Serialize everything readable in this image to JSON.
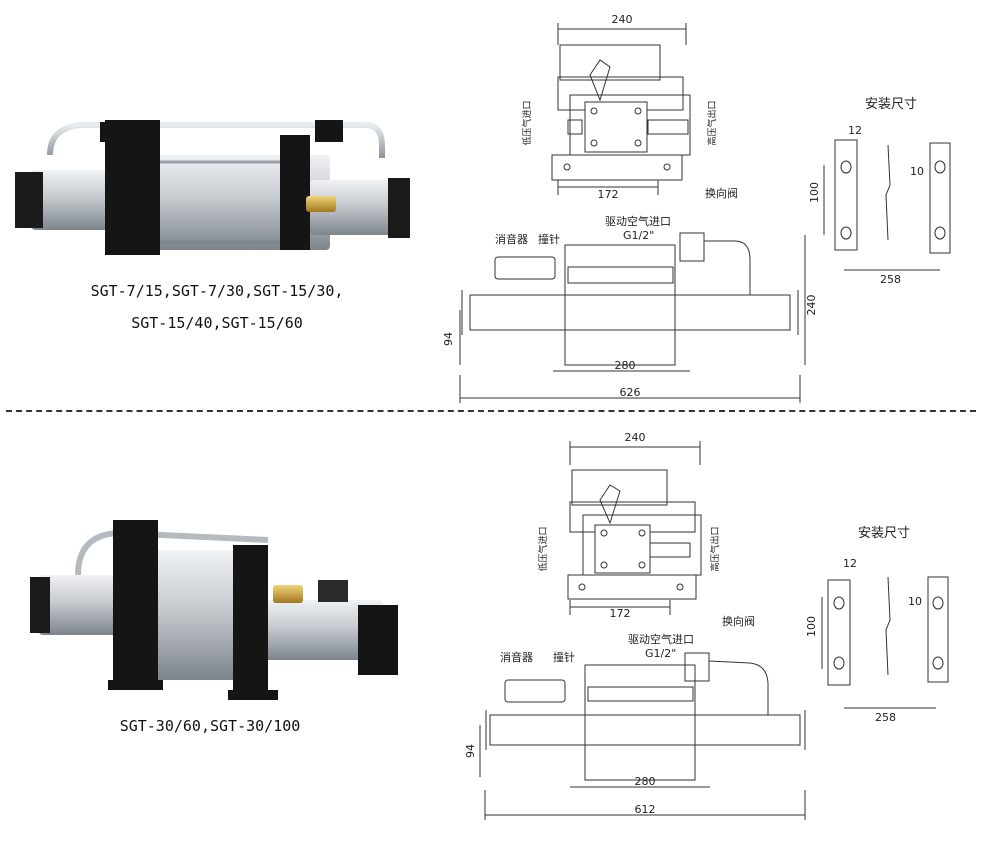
{
  "section_top": {
    "caption_line1": "SGT-7/15,SGT-7/30,SGT-15/30,",
    "caption_line2": "SGT-15/40,SGT-15/60",
    "dims": {
      "top_width": "240",
      "top_base": "172",
      "side_total": "626",
      "side_base": "280",
      "side_height": "240",
      "side_axis": "94"
    },
    "labels": {
      "low_pressure_inlet": "低压气进口",
      "high_pressure_outlet": "高压气出口",
      "muffler": "消音器",
      "striker": "撞针",
      "drive_air_inlet": "驱动空气进口",
      "thread": "G1/2\"",
      "reversing_valve": "换向阀"
    },
    "install": {
      "title": "安装尺寸",
      "hole": "12",
      "spacing": "100",
      "offset": "10",
      "span": "258"
    }
  },
  "section_bottom": {
    "caption_line1": "SGT-30/60,SGT-30/100",
    "dims": {
      "top_width": "240",
      "top_base": "172",
      "side_total": "612",
      "side_base": "280",
      "side_axis": "94"
    },
    "labels": {
      "low_pressure_inlet": "低压气进口",
      "high_pressure_outlet": "高压气出口",
      "muffler": "消音器",
      "striker": "撞针",
      "drive_air_inlet": "驱动空气进口",
      "thread": "G1/2\"",
      "reversing_valve": "换向阀"
    },
    "install": {
      "title": "安装尺寸",
      "hole": "12",
      "spacing": "100",
      "offset": "10",
      "span": "258"
    }
  },
  "colors": {
    "frame": "#111111",
    "cylinder": "#c8ccd0",
    "cylinder_dark": "#8a9096",
    "brass": "#c8a040",
    "line": "#333333"
  }
}
